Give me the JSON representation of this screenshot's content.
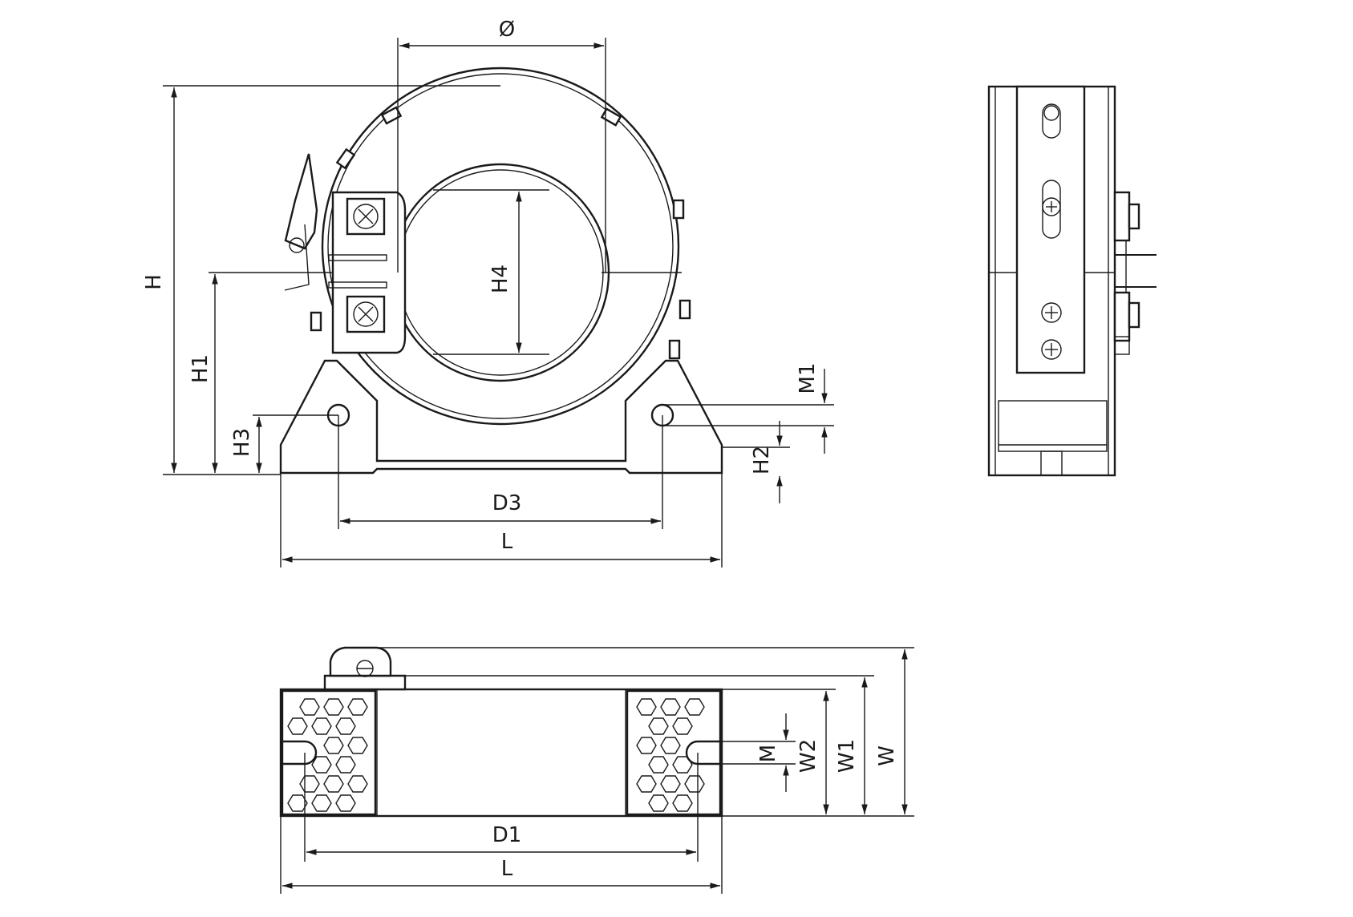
{
  "labels": {
    "diameter": "Ø",
    "H": "H",
    "H1": "H1",
    "H2": "H2",
    "H3": "H3",
    "H4": "H4",
    "M1": "M1",
    "D3": "D3",
    "L_front": "L",
    "D1": "D1",
    "L_bottom": "L",
    "M": "M",
    "W2": "W2",
    "W1": "W1",
    "W": "W"
  },
  "colors": {
    "line": "#1a1a1a",
    "background": "#ffffff"
  }
}
